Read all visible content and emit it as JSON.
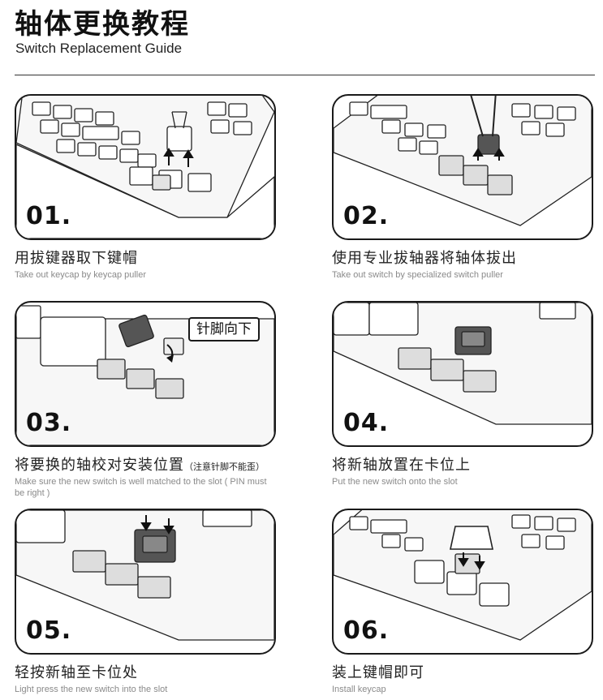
{
  "header": {
    "title_cn": "轴体更换教程",
    "title_en": "Switch Replacement Guide"
  },
  "steps": [
    {
      "num": "01.",
      "caption_cn": "用拔键器取下键帽",
      "caption_en": "Take out keycap by keycap puller"
    },
    {
      "num": "02.",
      "caption_cn": "使用专业拔轴器将轴体拔出",
      "caption_en": "Take out switch by specialized switch puller"
    },
    {
      "num": "03.",
      "caption_cn": "将要换的轴校对安装位置",
      "caption_note": "（注意针脚不能歪）",
      "caption_en": "Make sure the new switch is well matched to the slot ( PIN must be right )",
      "callout": "针脚向下"
    },
    {
      "num": "04.",
      "caption_cn": "将新轴放置在卡位上",
      "caption_en": "Put the new switch onto the slot"
    },
    {
      "num": "05.",
      "caption_cn": "轻按新轴至卡位处",
      "caption_en": "Light press the new switch into the slot"
    },
    {
      "num": "06.",
      "caption_cn": "装上键帽即可",
      "caption_en": "Install keycap"
    }
  ]
}
